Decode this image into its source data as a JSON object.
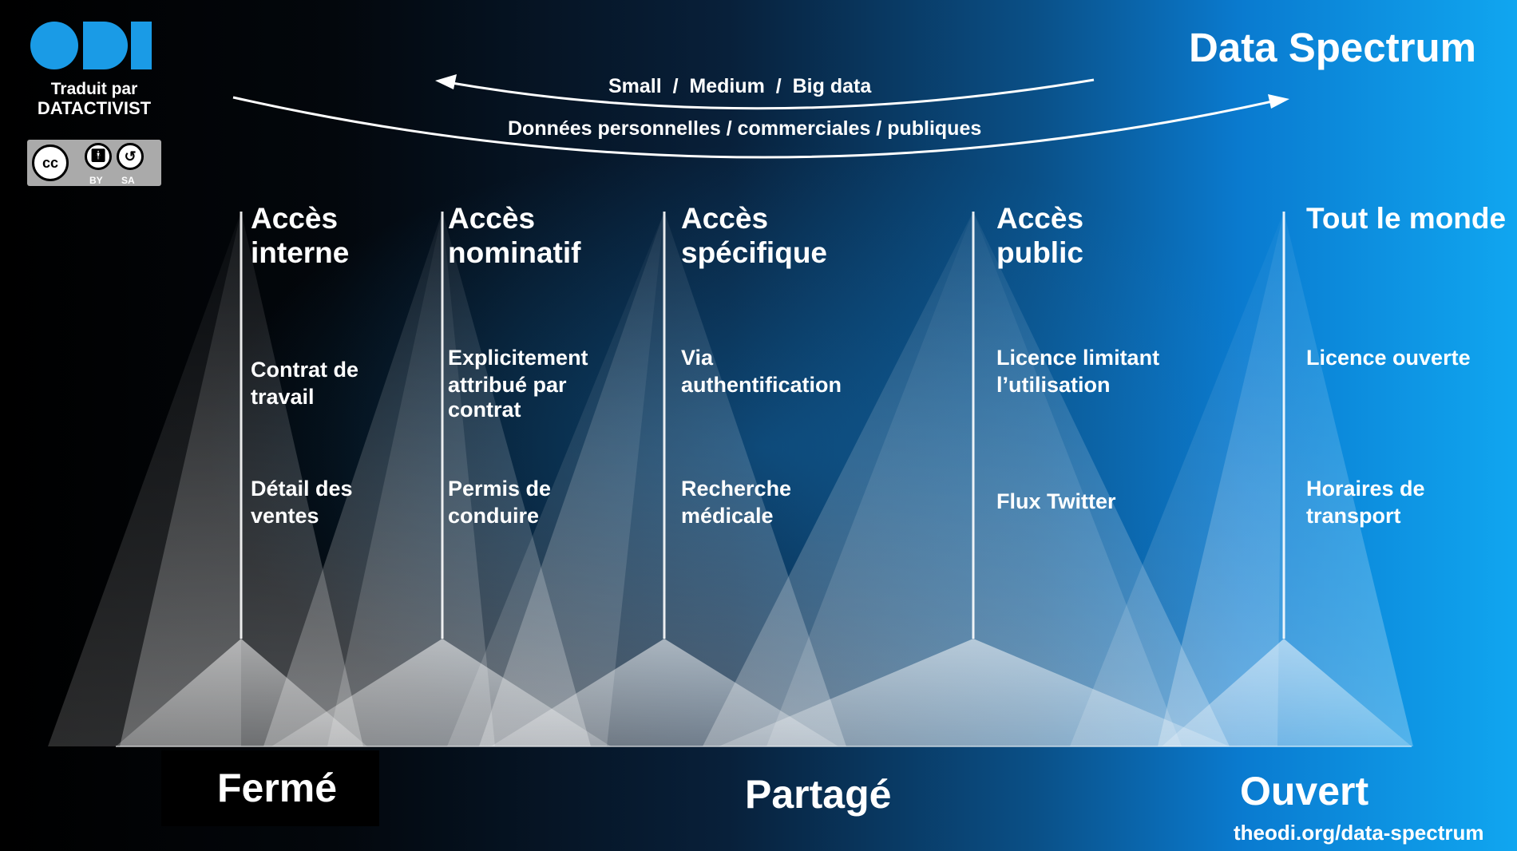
{
  "brand": {
    "logo": "ODI",
    "translated_by": "Traduit par",
    "translator": "DATACTIVIST",
    "license": {
      "cc": "cc",
      "by": "BY",
      "sa": "SA"
    }
  },
  "title": "Data Spectrum",
  "arrows": {
    "size_line": "Small  /  Medium  /  Big data",
    "type_line": "Données personnelles / commerciales / publiques"
  },
  "columns": [
    {
      "heading": [
        "Accès",
        "interne"
      ],
      "condition": [
        "Contrat de",
        "travail"
      ],
      "example": [
        "Détail des",
        "ventes"
      ]
    },
    {
      "heading": [
        "Accès",
        "nominatif"
      ],
      "condition": [
        "Explicitement",
        "attribué par",
        "contrat"
      ],
      "example": [
        "Permis de",
        "conduire"
      ]
    },
    {
      "heading": [
        "Accès",
        "spécifique"
      ],
      "condition": [
        "Via",
        "authentification"
      ],
      "example": [
        "Recherche",
        "médicale"
      ]
    },
    {
      "heading": [
        "Accès",
        "public"
      ],
      "condition": [
        "Licence limitant",
        "l’utilisation"
      ],
      "example": [
        "Flux Twitter"
      ]
    },
    {
      "heading": [
        "Tout le monde"
      ],
      "condition": [
        "Licence ouverte"
      ],
      "example": [
        "Horaires de",
        "transport"
      ]
    }
  ],
  "footer": {
    "closed": "Fermé",
    "shared": "Partagé",
    "open": "Ouvert",
    "url": "theodi.org/data-spectrum"
  },
  "colors": {
    "background_left": "#000000",
    "background_right": "#10a6f0",
    "light": "#ffffff"
  }
}
